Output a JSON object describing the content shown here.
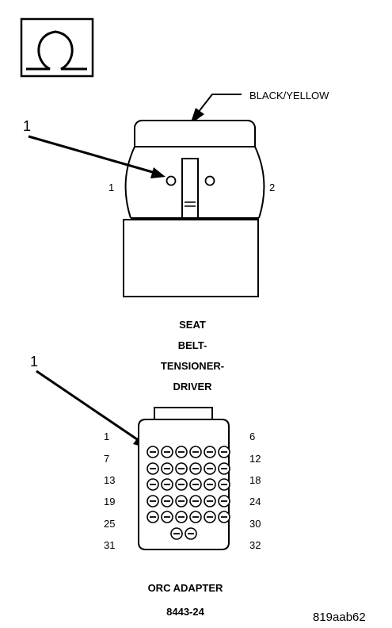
{
  "wire_color": "BLACK/YELLOW",
  "top_connector": {
    "callout": "1",
    "pin_left": "1",
    "pin_right": "2",
    "name_lines": [
      "SEAT",
      "BELT-",
      "TENSIONER-",
      "DRIVER"
    ]
  },
  "adapter": {
    "callout": "1",
    "pin_rows": [
      {
        "left": "1",
        "right": "6"
      },
      {
        "left": "7",
        "right": "12"
      },
      {
        "left": "13",
        "right": "18"
      },
      {
        "left": "19",
        "right": "24"
      },
      {
        "left": "25",
        "right": "30"
      },
      {
        "left": "31",
        "right": "32"
      }
    ],
    "title": "ORC ADAPTER",
    "part_number": "8443-24"
  },
  "figure_id": "819aab62",
  "icons": {
    "ohmmeter": "ohm-symbol-icon"
  }
}
